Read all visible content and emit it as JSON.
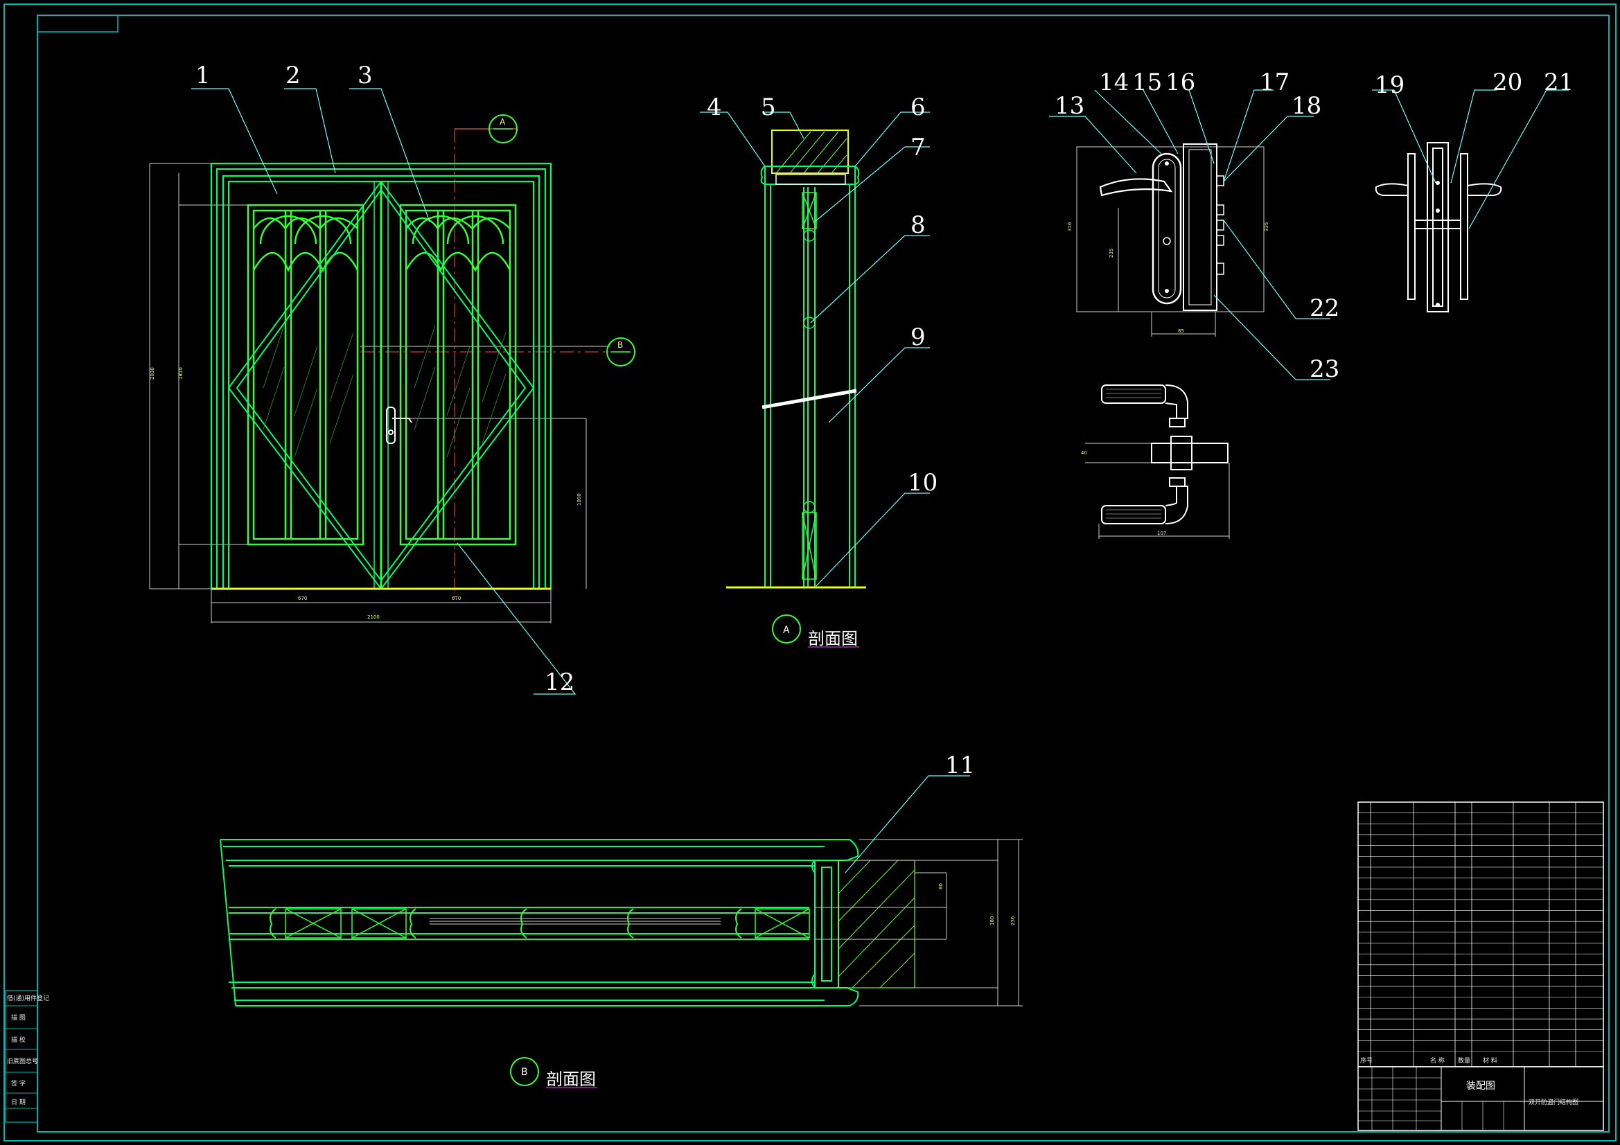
{
  "title_block": {
    "drawing_name": "装配图",
    "drawing_title": "双开防盗门结构图",
    "header_labels": [
      "序号",
      "名  称",
      "数量",
      "材  料"
    ],
    "row_count": 23,
    "side_labels": [
      "借(通)用件登记",
      "描  图",
      "描  校",
      "旧底图总号",
      "签  字",
      "日  期"
    ]
  },
  "views": {
    "section_a_label": "剖面图",
    "section_a_mark": "A",
    "section_b_label": "剖面图",
    "section_b_mark": "B"
  },
  "callouts": [
    "1",
    "2",
    "3",
    "4",
    "5",
    "6",
    "7",
    "8",
    "9",
    "10",
    "11",
    "12",
    "13",
    "14",
    "15",
    "16",
    "17",
    "18",
    "19",
    "20",
    "21",
    "22",
    "23"
  ],
  "colors": {
    "background": "#000000",
    "frame": "#00c8c8",
    "door_outline": "#00ff66",
    "bright_green": "#33ff33",
    "leader": "#66ffff",
    "dimension": "#d0d0d0",
    "floor": "#eaff00",
    "wall_hatch": "#66ff33"
  }
}
